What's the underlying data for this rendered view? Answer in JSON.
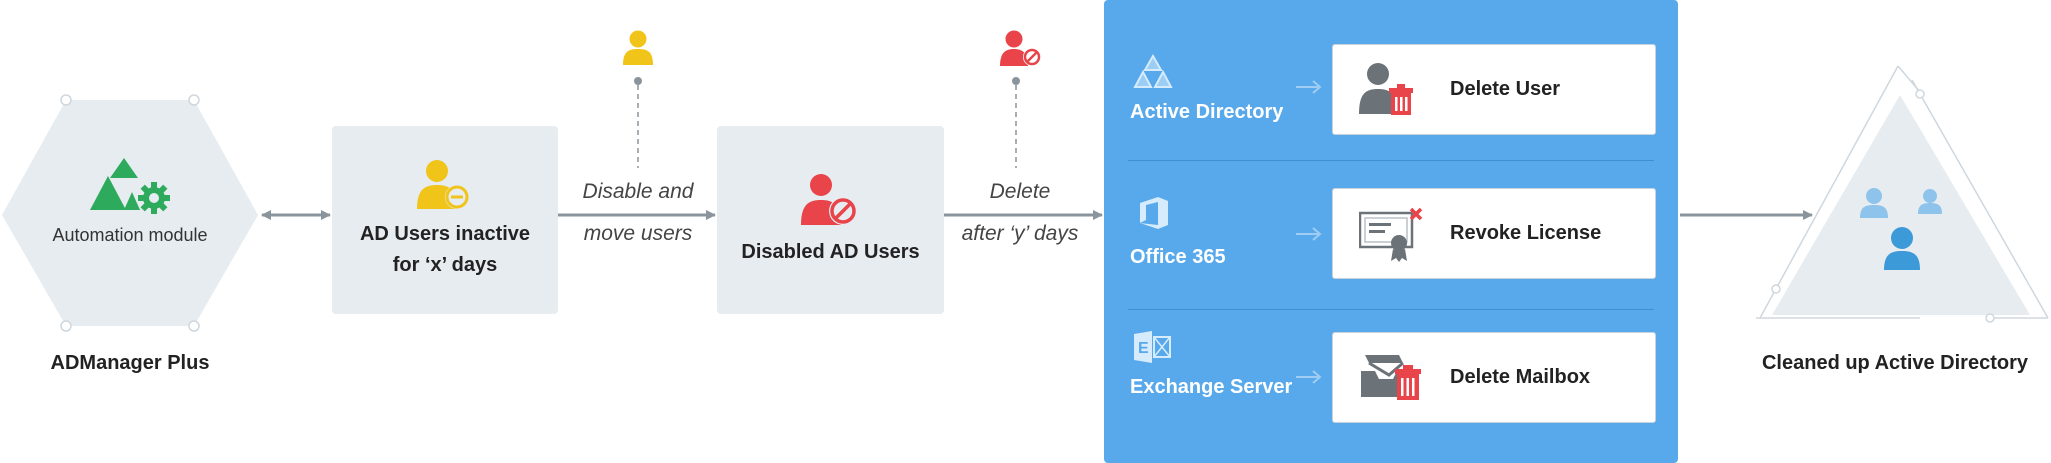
{
  "colors": {
    "panel_blue": "#57a9ec",
    "grey_box": "#e6ecf0",
    "arrow_grey": "#8a949c",
    "yellow": "#f0c419",
    "red": "#e8444a",
    "green": "#2eaa5c",
    "user_blue": "#3d9ad9"
  },
  "automation": {
    "hex_label": "Automation module",
    "caption": "ADManager Plus",
    "icon": "automation-gear-icon"
  },
  "inactive_box": {
    "line1": "AD Users inactive",
    "line2": "for ‘x’ days",
    "icon": "user-minus-icon"
  },
  "step1_label": {
    "line1": "Disable and",
    "line2": "move users",
    "icon": "user-icon"
  },
  "disabled_box": {
    "label": "Disabled AD Users",
    "icon": "user-blocked-icon"
  },
  "step2_label": {
    "line1": "Delete",
    "line2": "after ‘y’ days",
    "icon": "user-blocked-icon"
  },
  "services": [
    {
      "name": "Active Directory",
      "icon": "active-directory-icon",
      "action": "Delete User",
      "action_icon": "user-delete-icon"
    },
    {
      "name": "Office 365",
      "icon": "office-365-icon",
      "action": "Revoke License",
      "action_icon": "license-revoke-icon"
    },
    {
      "name": "Exchange Server",
      "icon": "exchange-server-icon",
      "action": "Delete Mailbox",
      "action_icon": "mailbox-delete-icon"
    }
  ],
  "result": {
    "caption": "Cleaned up Active Directory",
    "icon": "users-triangle-icon"
  }
}
